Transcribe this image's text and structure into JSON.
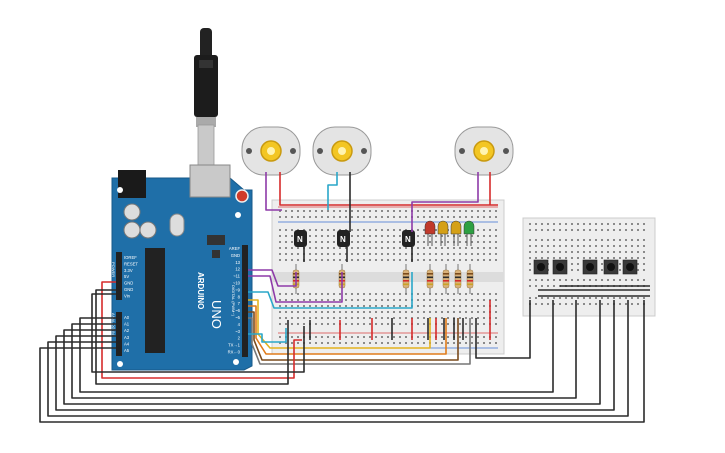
{
  "board": {
    "brand_text": "ARDUINO",
    "model_text": "UNO",
    "power_header_title": "POWER",
    "digital_header_title": "DIGITAL (PWM~)",
    "analog_header_title": "ANALOG IN",
    "power_pins": [
      "IOREF",
      "RESET",
      "3.3V",
      "5V",
      "GND",
      "GND",
      "Vin"
    ],
    "analog_pins": [
      "A0",
      "A1",
      "A2",
      "A3",
      "A4",
      "A5"
    ],
    "digital_pins": [
      "AREF",
      "GND",
      "13",
      "12",
      "~11",
      "~10",
      "~9",
      "8",
      "7",
      "~6",
      "~5",
      "4",
      "~3",
      "2",
      "TX→1",
      "RX←0"
    ],
    "colors": {
      "board": "#1f6fa8",
      "accent": "#cf3b2a",
      "header": "#222222"
    }
  },
  "breadboards": [
    {
      "name": "main-breadboard",
      "rails": "top-and-bottom"
    },
    {
      "name": "small-breadboard",
      "rails": "top-and-bottom"
    }
  ],
  "components": {
    "motors": 3,
    "transistors": 3,
    "leds": [
      {
        "color": "red",
        "hex": "#c0392b"
      },
      {
        "color": "yellow",
        "hex": "#d4a017"
      },
      {
        "color": "yellow",
        "hex": "#d4a017"
      },
      {
        "color": "green",
        "hex": "#2ea043"
      }
    ],
    "resistors": 7,
    "push_buttons": 5
  },
  "wire_colors": {
    "red": "#d62b2b",
    "black": "#2b2b2b",
    "purple": "#8e3aa8",
    "cyan": "#2aa7c9",
    "yellow": "#e3b21f",
    "orange": "#e07b1a",
    "brown": "#7a4a1c",
    "gray": "#777777"
  }
}
